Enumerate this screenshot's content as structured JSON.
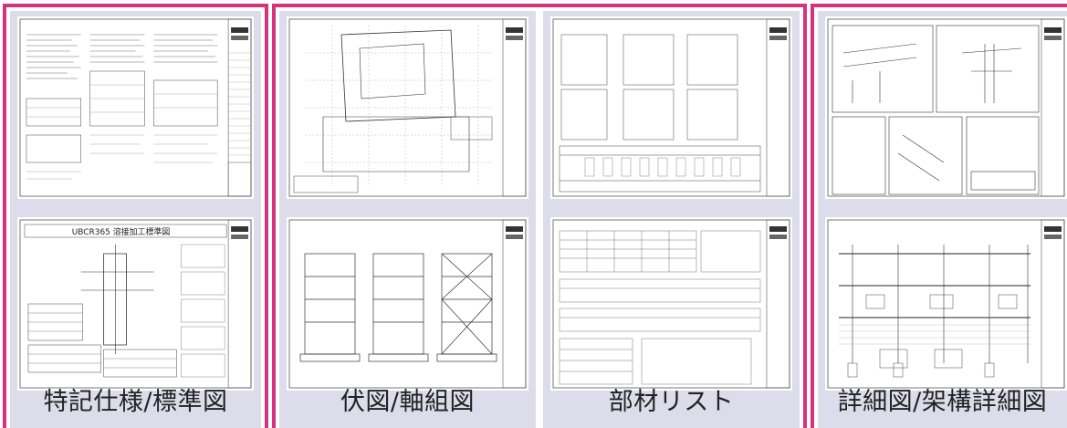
{
  "accent_color": "#d6337f",
  "panel_color": "#dcdcea",
  "categories": [
    {
      "label": "特記仕様/標準図",
      "thumb_top": "spec-sheet",
      "thumb_bottom": "welding-standard-sheet"
    },
    {
      "label": "伏図/軸組図",
      "thumb_top": "floor-plan-sheet",
      "thumb_bottom": "framing-elevation-sheet"
    },
    {
      "label": "部材リスト",
      "thumb_top": "member-list-sheet",
      "thumb_bottom": "member-schedule-sheet"
    },
    {
      "label": "詳細図/架構詳細図",
      "thumb_top": "detail-sheet",
      "thumb_bottom": "frame-detail-sheet"
    }
  ]
}
